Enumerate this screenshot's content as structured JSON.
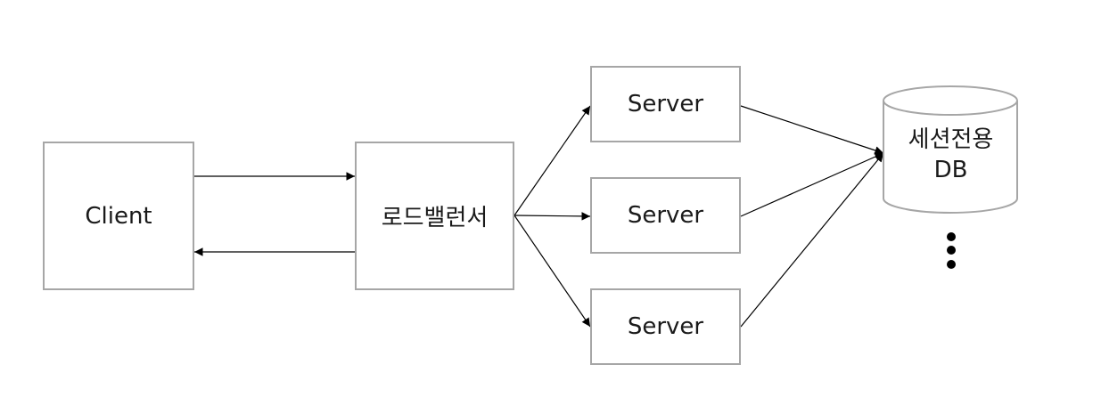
{
  "nodes": {
    "client": "Client",
    "load_balancer": "로드밸런서",
    "servers": [
      "Server",
      "Server",
      "Server"
    ],
    "db_line1": "세션전용",
    "db_line2": "DB"
  },
  "colors": {
    "box_border": "#a6a6a6",
    "line": "#000000",
    "text": "#1a1a1a"
  }
}
